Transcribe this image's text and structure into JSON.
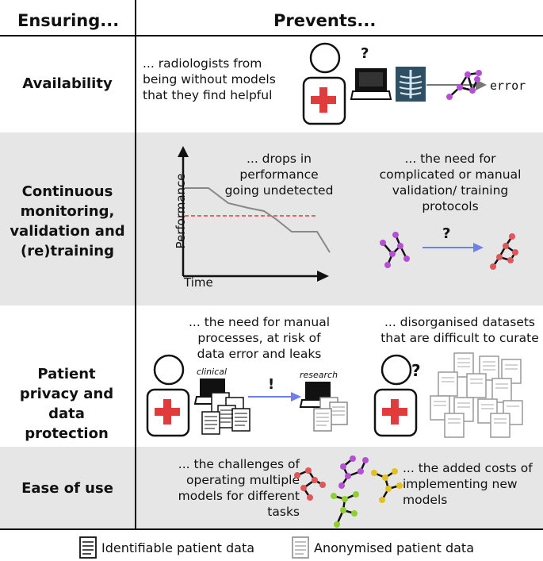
{
  "header": {
    "col1": "Ensuring...",
    "col2": "Prevents..."
  },
  "rows": [
    {
      "label": "Availability",
      "text": "... radiologists from being without models that they find helpful",
      "output_label": "error"
    },
    {
      "label": "Continuous monitoring, validation and (re)training",
      "chart_text": "... drops in performance going undetected",
      "right_text": "... the need for complicated or manual validation/ training protocols",
      "y_axis": "Performance",
      "x_axis": "Time"
    },
    {
      "label": "Patient privacy and data protection",
      "left_text": "... the need for manual processes, at risk of data error and leaks",
      "right_text": "... disorganised datasets that are difficult to curate",
      "tag_clinical": "clinical",
      "tag_research": "research"
    },
    {
      "label": "Ease of use",
      "left_text": "... the challenges of operating multiple models for different tasks",
      "right_text": "... the added costs of implementing new models"
    }
  ],
  "symbols": {
    "question": "?",
    "exclaim": "!"
  },
  "legend": {
    "identifiable": "Identifiable patient data",
    "anonymised": "Anonymised patient data"
  },
  "colors": {
    "purple": "#b44fd6",
    "red_model": "#e0575a",
    "yellow": "#e3c21f",
    "green": "#8fcf2f",
    "cross": "#e23b3b",
    "arrow_blue": "#6f7ff0",
    "threshold": "#e53935",
    "band": "#e6e6e6"
  },
  "icons": [
    "person-icon",
    "laptop-icon",
    "xray-icon",
    "model-graph-icon",
    "document-icon"
  ]
}
